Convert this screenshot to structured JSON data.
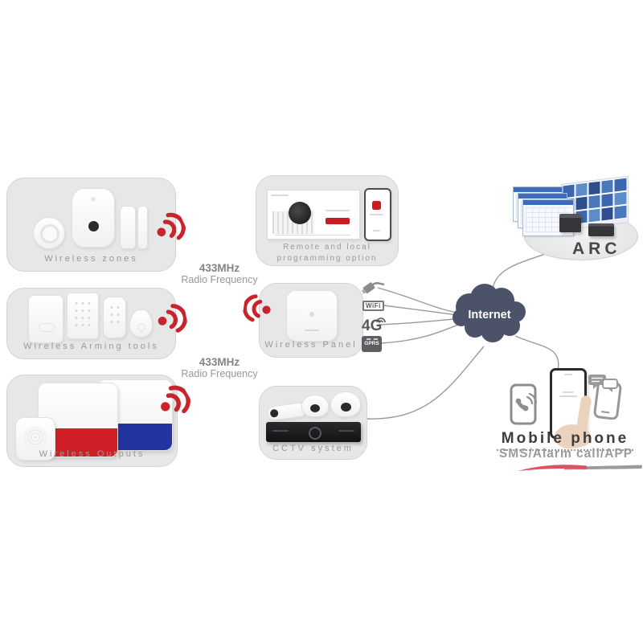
{
  "diagram": {
    "left_boxes": [
      {
        "label": "Wireless zones"
      },
      {
        "label": "Wireless Arming tools"
      },
      {
        "label": "Wireless Outputs"
      }
    ],
    "rf_labels": [
      {
        "freq": "433MHz",
        "text": "Radio Frequency"
      },
      {
        "freq": "433MHz",
        "text": "Radio Frequency"
      }
    ],
    "middle_boxes": {
      "programming": {
        "line1": "Remote and local",
        "line2": "programming option"
      },
      "panel": {
        "label": "Wireless Panel"
      },
      "cctv": {
        "label": "CCTV system"
      }
    },
    "connectivity": {
      "wifi": "WiFi",
      "fourg": "4G",
      "gprs": "GPRS"
    },
    "cloud": {
      "label": "Internet"
    },
    "arc": {
      "label": "ARC"
    },
    "mobile": {
      "title": "Mobile phone",
      "subtitle": "SMS/Alarm call/APP"
    },
    "colors": {
      "signal_red": "#c8242b",
      "siren_red": "#d01f26",
      "siren_blue": "#2334a0",
      "cloud_fill": "#4c5268",
      "box_fill": "#e7e7e7",
      "line_grey": "#999999",
      "accent_red": "#c61c22"
    }
  }
}
